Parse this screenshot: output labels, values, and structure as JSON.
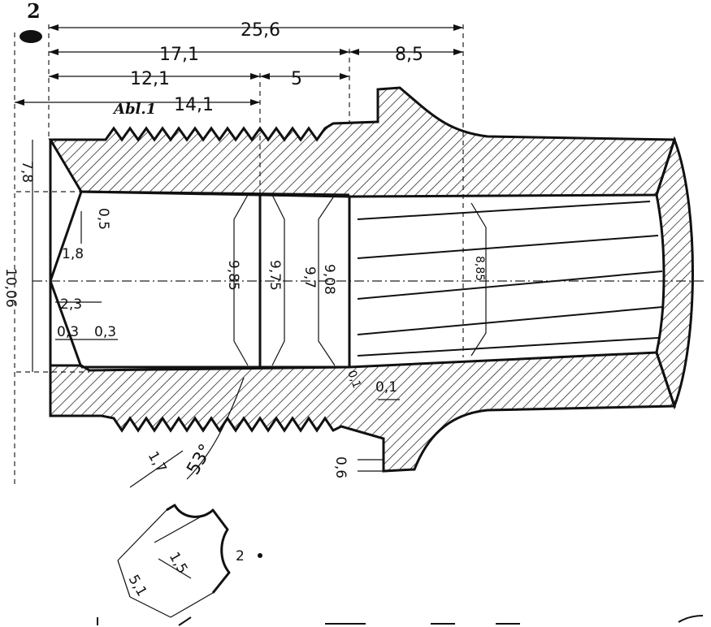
{
  "figure": {
    "number": "2"
  },
  "dimensions": {
    "overall_length": "25,6",
    "d_17_1": "17,1",
    "d_8_5": "8,5",
    "d_12_1": "12,1",
    "d_5": "5",
    "thread_len": "14,1",
    "thread_note": "Abl.1",
    "d_7_8": "7,8",
    "d_10_06": "10,06",
    "d_0_5": "0,5",
    "d_1_8": "1,8",
    "d_2_3": "2,3",
    "d_0_3_a": "0,3",
    "d_0_3_b": "0,3",
    "bore_9_85": "9,85",
    "bore_9_75": "9,75",
    "bore_9_7": "9,7",
    "bore_9_08": "9,08",
    "bore_8_85": "8,85",
    "d_0_1_a": "0,1",
    "d_0_1_b": "0,1",
    "d_0_6": "0,6",
    "angle_53": "53°",
    "d_1_7": "1,7",
    "d_1_5": "1,5",
    "d_5_1": "5,1",
    "detail_ref": "2"
  }
}
